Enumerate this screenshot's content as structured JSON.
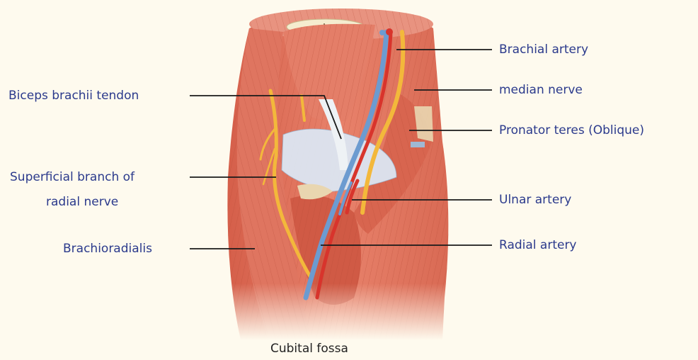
{
  "labels": {
    "biceps_tendon": "Biceps brachii tendon",
    "superficial_branch_line1": "Superficial branch of",
    "superficial_branch_line2": "radial nerve",
    "brachioradialis": "Brachioradialis",
    "brachial_artery": "Brachial artery",
    "median_nerve": "median nerve",
    "pronator_teres": "Pronator teres (Oblique)",
    "ulnar_artery": "Ulnar artery",
    "radial_artery": "Radial artery"
  },
  "caption": "Cubital fossa",
  "colors": {
    "background": "#fefaee",
    "label_text": "#2b3a8c",
    "muscle": "#e2735e",
    "muscle_dark": "#c7553f",
    "nerve": "#f3b83b",
    "artery": "#d8342c",
    "vein": "#6c9bd0",
    "fascia": "#dbe6f2",
    "bone": "#f5eccf"
  }
}
